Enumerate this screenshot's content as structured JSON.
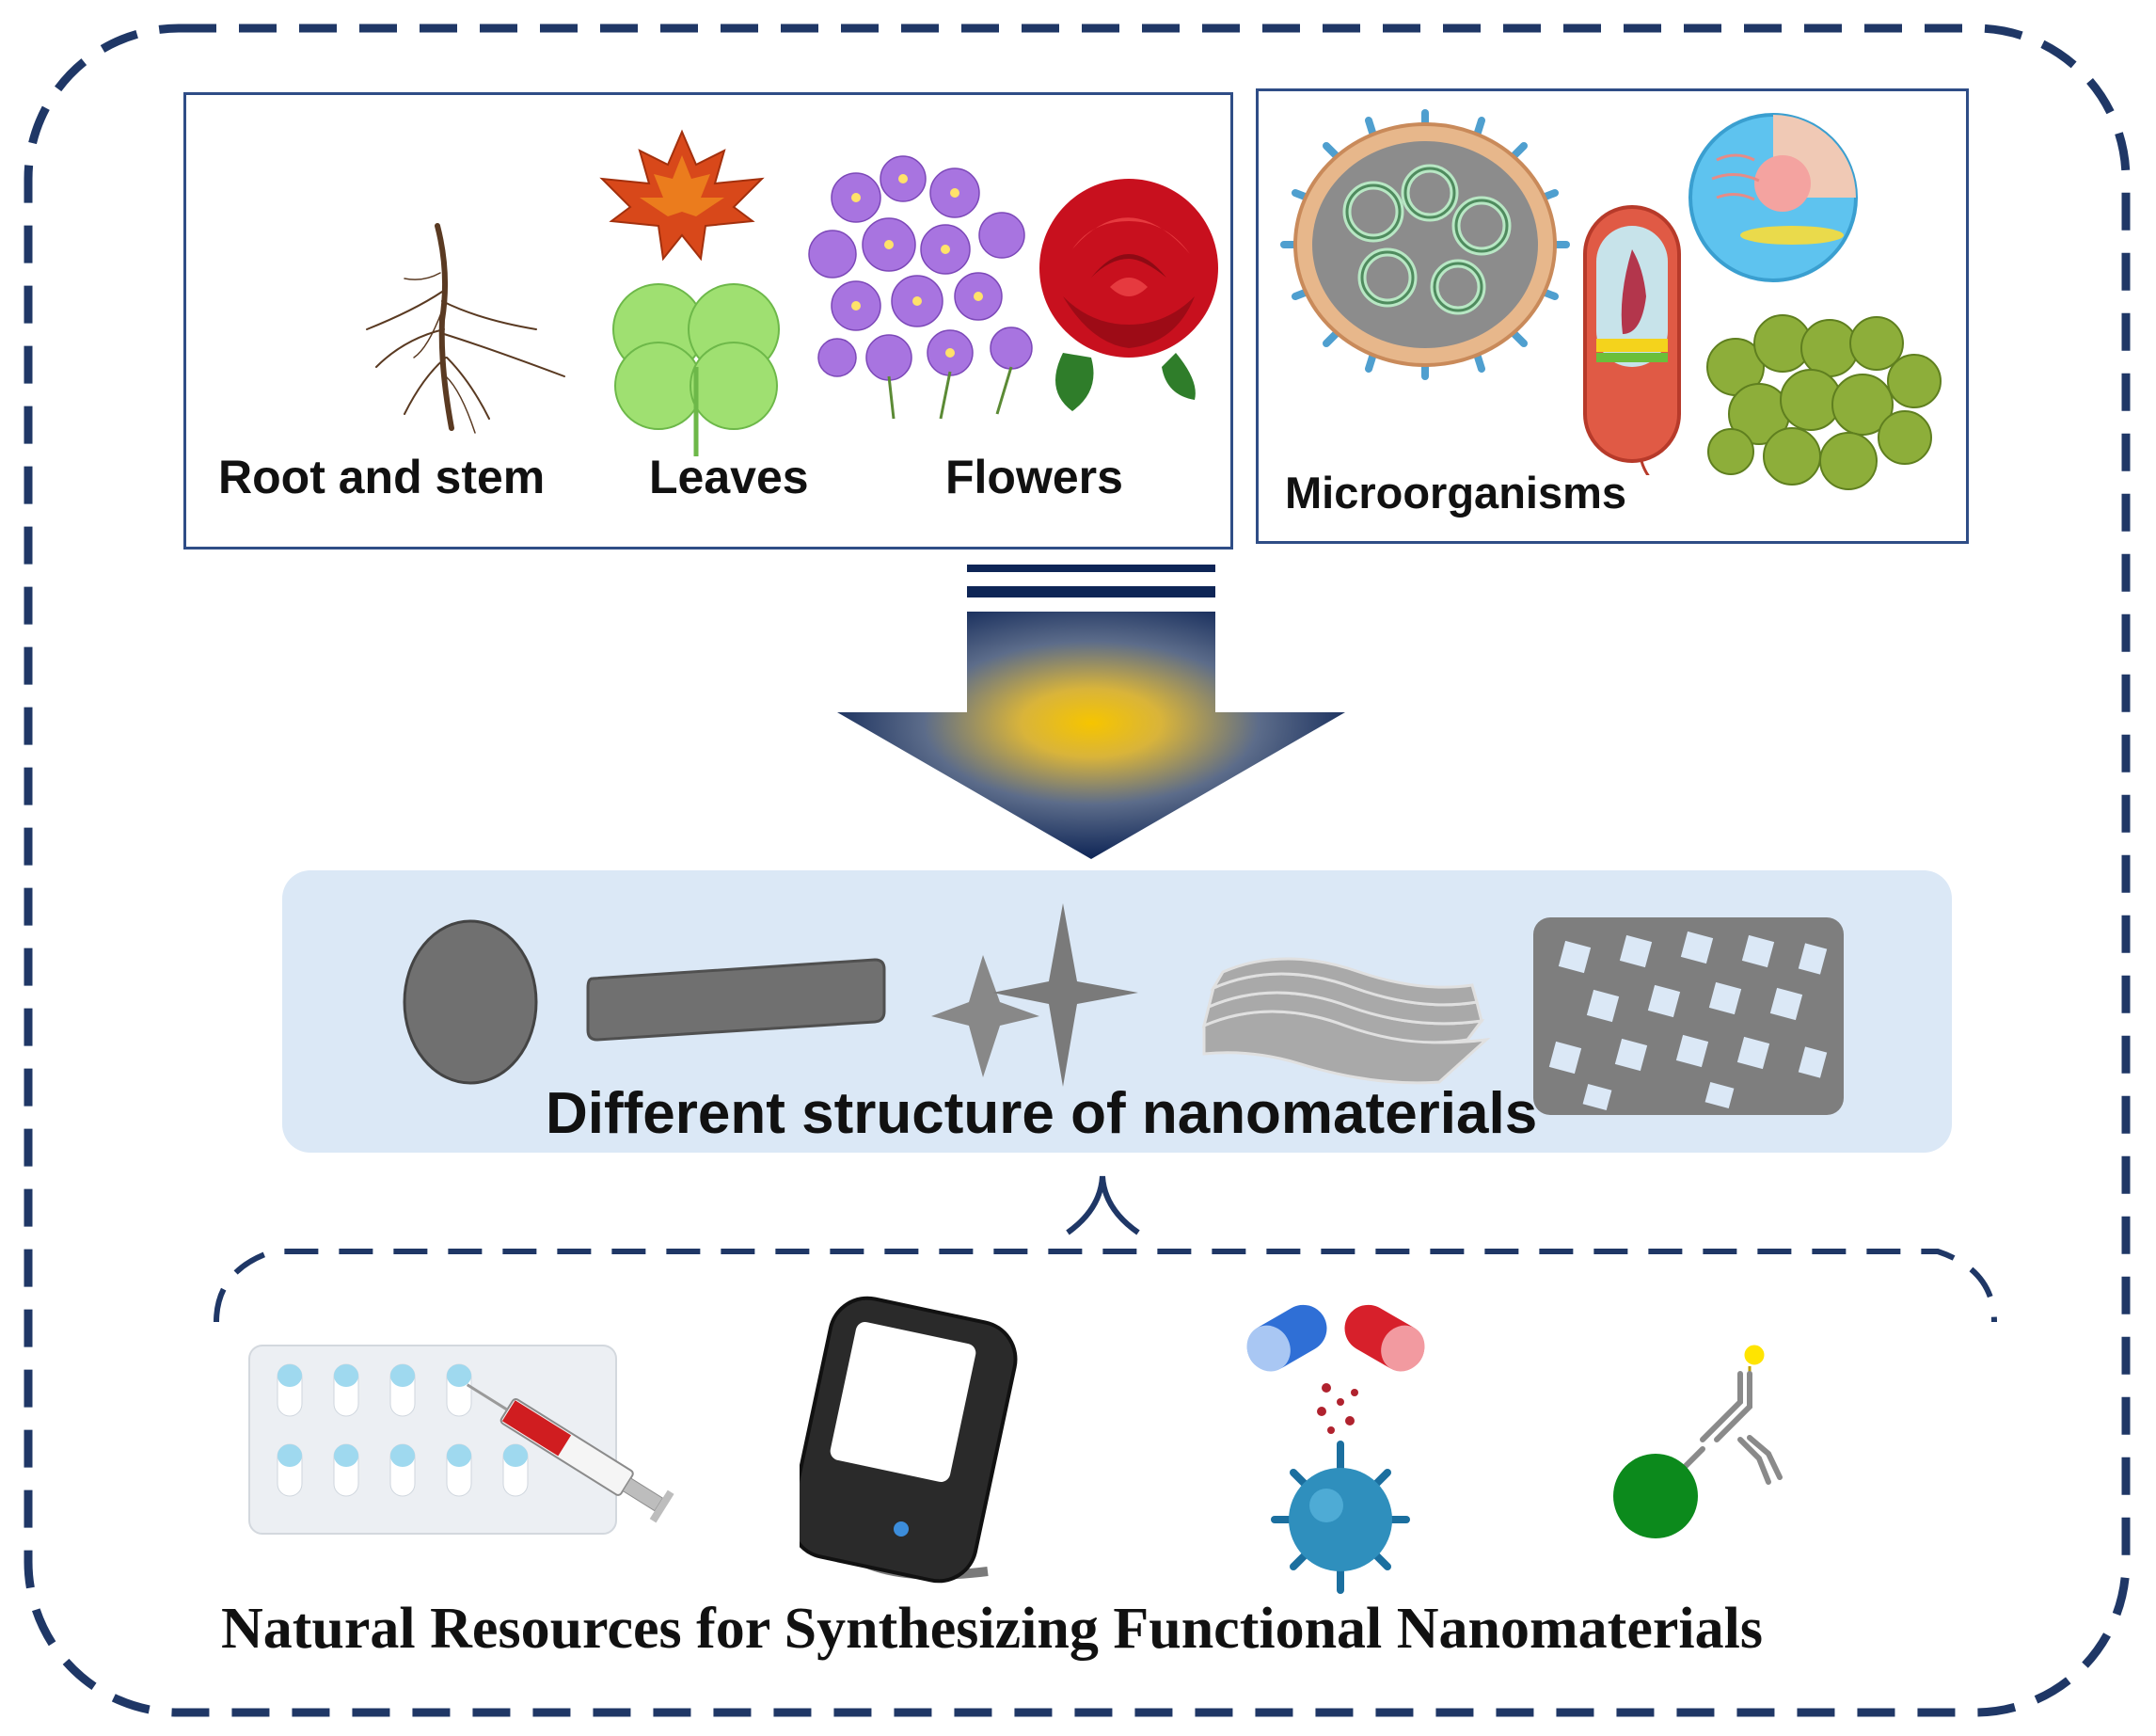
{
  "plant_panel": {
    "labels": [
      "Root and stem",
      "Leaves",
      "Flowers"
    ]
  },
  "microbe_panel": {
    "label": "Microorganisms"
  },
  "nano_band": {
    "title": "Different structure of nanomaterials",
    "shapes": [
      "sphere",
      "rod",
      "star",
      "sheets",
      "porous-framework"
    ]
  },
  "applications": [
    "pill-blister-and-syringe",
    "handheld-reader-device",
    "capsule-releasing-nanoparticles-to-virus",
    "antibody-bound-to-particle"
  ],
  "footer": {
    "title": "Natural Resources for Synthesizing Functional Nanomaterials"
  },
  "colors": {
    "frame": "#1f3766",
    "panel_border": "#2f4d86",
    "arrow_dark": "#0e2556",
    "arrow_glow": "#f6c500",
    "band": "#dbe8f6"
  }
}
